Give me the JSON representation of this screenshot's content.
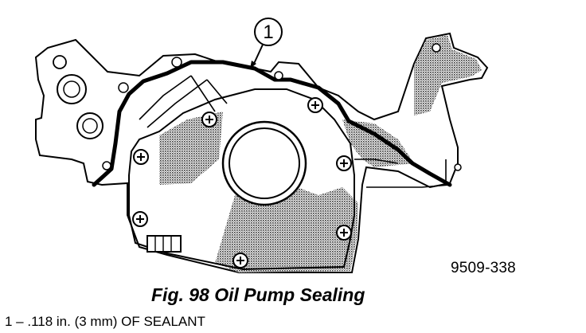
{
  "figure": {
    "callout_number": "1",
    "reference_code": "9509-338",
    "caption": "Fig. 98 Oil Pump Sealing",
    "legend": [
      {
        "number": "1",
        "text": "1 – .118 in. (3 mm) OF SEALANT"
      }
    ],
    "colors": {
      "line": "#000000",
      "shade": "#7a7a7a",
      "background": "#ffffff"
    }
  }
}
